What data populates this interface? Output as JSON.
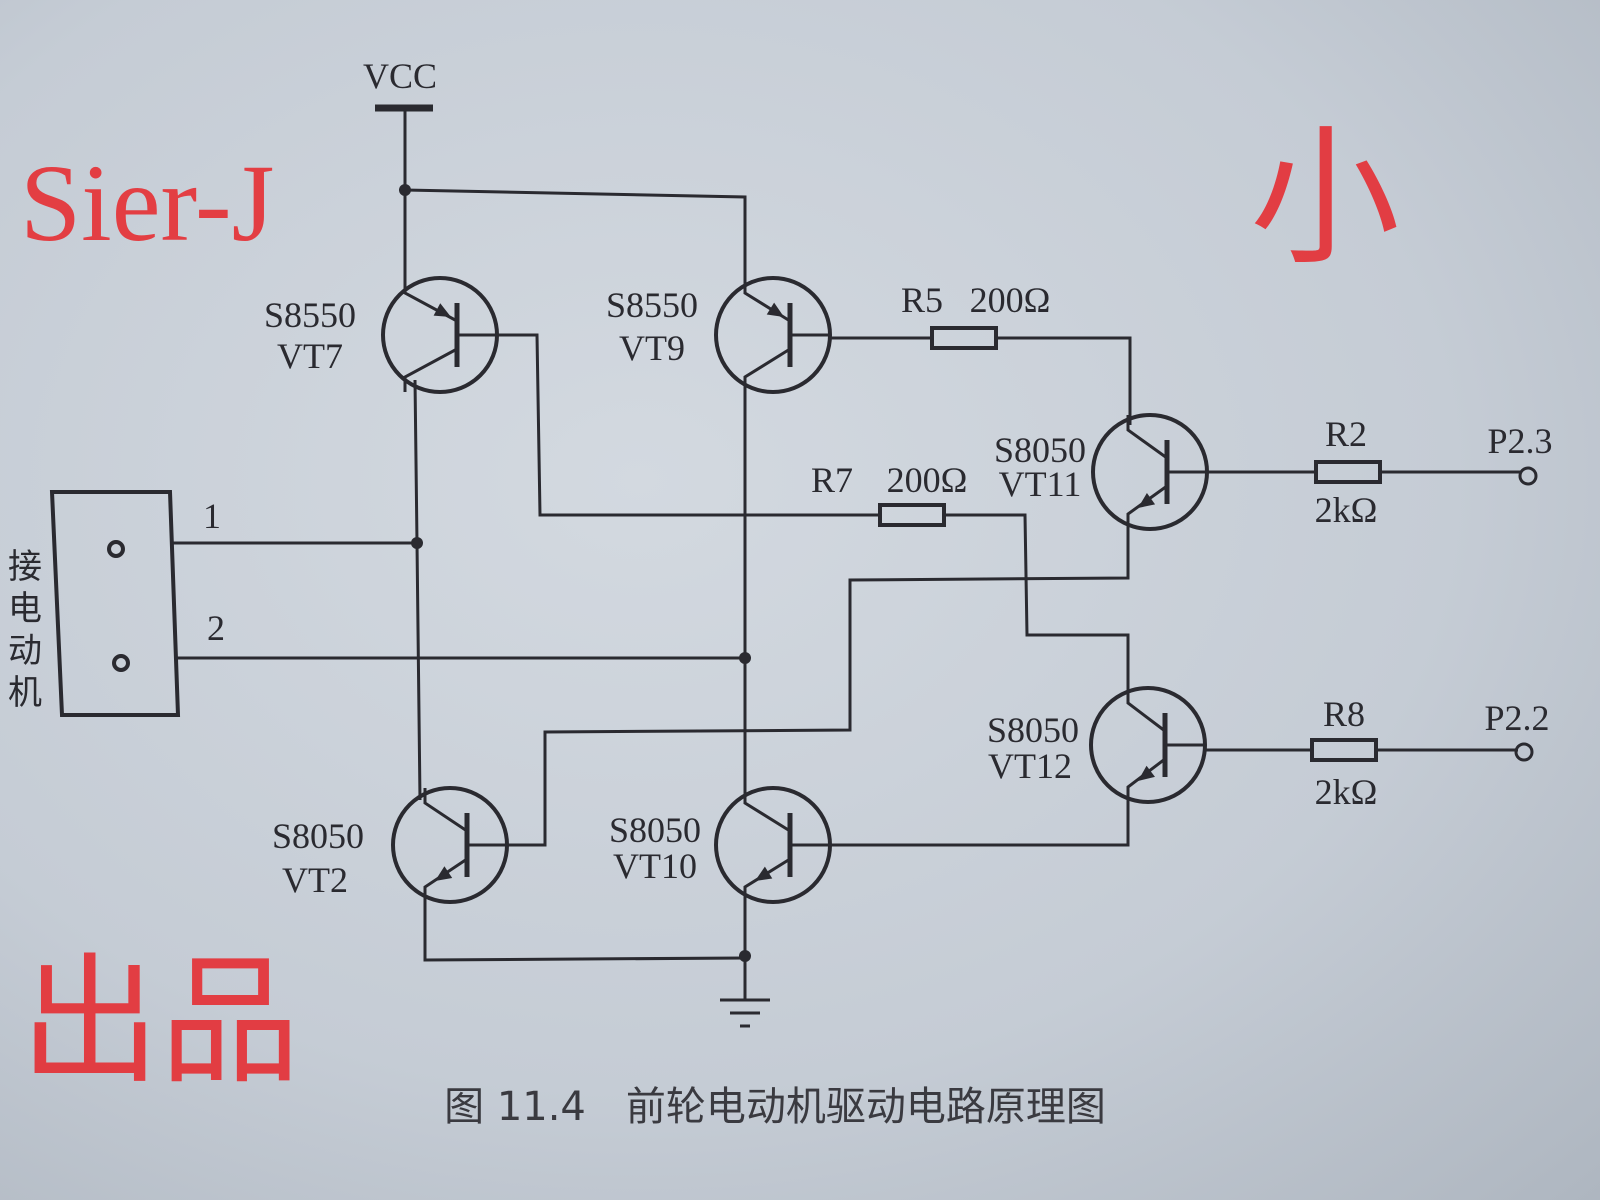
{
  "diagram": {
    "supply_label": "VCC",
    "motor_connector": {
      "side_label": [
        "接",
        "电",
        "动",
        "机"
      ],
      "pin1": "1",
      "pin2": "2"
    },
    "transistors": [
      {
        "id": "VT7",
        "model": "S8550",
        "type": "PNP"
      },
      {
        "id": "VT9",
        "model": "S8550",
        "type": "PNP"
      },
      {
        "id": "VT11",
        "model": "S8050",
        "type": "NPN"
      },
      {
        "id": "VT12",
        "model": "S8050",
        "type": "NPN"
      },
      {
        "id": "VT2",
        "model": "S8050",
        "type": "NPN"
      },
      {
        "id": "VT10",
        "model": "S8050",
        "type": "NPN"
      }
    ],
    "resistors": [
      {
        "id": "R5",
        "value": "200Ω"
      },
      {
        "id": "R7",
        "value": "200Ω"
      },
      {
        "id": "R2",
        "value": "2kΩ"
      },
      {
        "id": "R8",
        "value": "2kΩ"
      }
    ],
    "ports": [
      "P2.3",
      "P2.2"
    ],
    "caption": "图 11.4　前轮电动机驱动电路原理图",
    "watermark": [
      "小",
      "Sier-J",
      "出品"
    ]
  },
  "colors": {
    "ink": "#2a2a30",
    "watermark": "#e8252a",
    "paper": "#c8cfd7"
  }
}
